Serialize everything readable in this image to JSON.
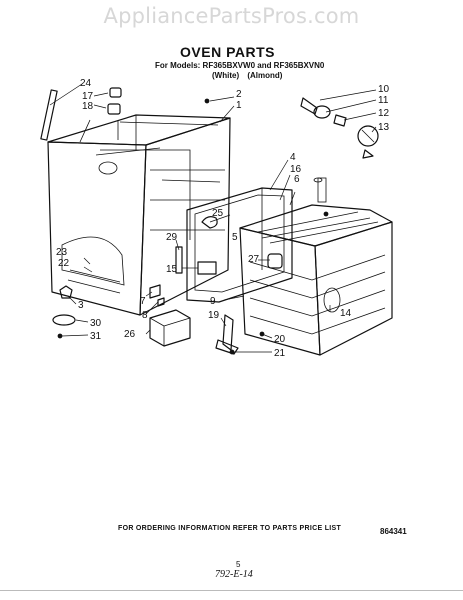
{
  "watermark": "AppliancePartsPros.com",
  "title": "OVEN PARTS",
  "models_line": "For Models: RF365BXVW0 and RF365BXVN0",
  "variants": [
    "(White)",
    "(Almond)"
  ],
  "footer": "FOR ORDERING INFORMATION REFER TO PARTS PRICE LIST",
  "doc_number": "864341",
  "page_number": "5",
  "handwritten_note": "792-E-14",
  "callouts": [
    "1",
    "2",
    "3",
    "4",
    "5",
    "6",
    "7",
    "8",
    "9",
    "10",
    "11",
    "12",
    "13",
    "14",
    "15",
    "16",
    "17",
    "18",
    "19",
    "20",
    "21",
    "22",
    "23",
    "24",
    "25",
    "26",
    "27",
    "29",
    "30",
    "31"
  ]
}
